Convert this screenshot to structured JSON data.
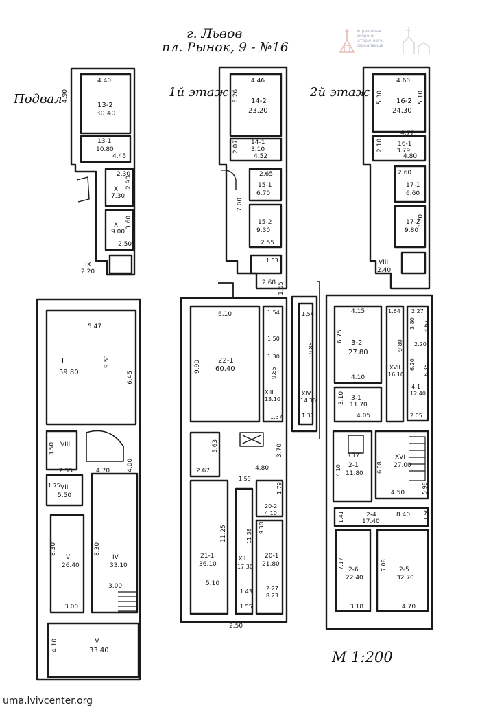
{
  "header": {
    "city": "г. Львов",
    "address": "пл. Рынок, 9 - №16"
  },
  "floors": {
    "basement": "Подвал",
    "first": "1й этаж",
    "second": "2й этаж"
  },
  "scale": "М 1:200",
  "logo": {
    "line1": "Управління",
    "line2": "охорони",
    "line3": "історичного",
    "line4": "середовища"
  },
  "footer": {
    "site": "uma.lvivcenter.org"
  },
  "basement": {
    "r1": [
      "4.40",
      "13-2",
      "30.40",
      "4.90"
    ],
    "r2": [
      "13-1",
      "10.80",
      "4.45"
    ],
    "r3": [
      "XI",
      "7.30",
      "2.90",
      "2.30"
    ],
    "r4": [
      "X",
      "9.00",
      "3.60",
      "2.50"
    ],
    "r5": [
      "IX",
      "2.20"
    ],
    "hall": [
      "I",
      "59.80",
      "9.51",
      "5.47",
      "6.45"
    ],
    "r6": [
      "VIII",
      "3.50",
      "2.55"
    ],
    "r7": [
      "VII",
      "5.50",
      "1.75",
      "4.70",
      "4.00"
    ],
    "r8": [
      "VI",
      "26.40",
      "8.30",
      "3.00"
    ],
    "r9": [
      "IV",
      "33.10",
      "8.30",
      "3.00"
    ],
    "r10": [
      "V",
      "33.40",
      "4.10"
    ]
  },
  "first": {
    "r1": [
      "4.46",
      "14-2",
      "23.20",
      "5.26"
    ],
    "r2": [
      "14-1",
      "3.10",
      "4.52",
      "2.07"
    ],
    "r3": [
      "15-1",
      "6.70",
      "2.65"
    ],
    "r4": [
      "15-2",
      "9.30",
      "2.55",
      "7.00"
    ],
    "r5": [
      "1.53",
      "2.68",
      "1.65"
    ],
    "hall": [
      "22-1",
      "60.40",
      "6.10",
      "9.90"
    ],
    "side": [
      "XIII",
      "13.10",
      "1.54",
      "1.50",
      "1.30",
      "9.85",
      "1.37"
    ],
    "r6": [
      "3.70",
      "5.63",
      "2.67",
      "4.80",
      "1.59"
    ],
    "r7": [
      "21-1",
      "36.10",
      "11.25",
      "5.10"
    ],
    "r8": [
      "XII",
      "17.30",
      "11.38",
      "1.43",
      "1.55"
    ],
    "r9": [
      "20-2",
      "4.10",
      "1.79"
    ],
    "r10": [
      "20-1",
      "21.80",
      "9.30",
      "2.27",
      "8.23"
    ],
    "bottom": [
      "2.50"
    ],
    "strip": [
      "XIV",
      "14.30",
      "1.54",
      "9.85",
      "1.37"
    ]
  },
  "second": {
    "r1": [
      "4.60",
      "16-2",
      "24.30",
      "5.30",
      "5.10"
    ],
    "r2": [
      "16-1",
      "3.79",
      "4.77",
      "4.80",
      "2.10"
    ],
    "r3": [
      "17-1",
      "6.60",
      "2.60"
    ],
    "r4": [
      "17-2",
      "9.80",
      "3.70"
    ],
    "r5": [
      "VIII",
      "2.40"
    ],
    "r6": [
      "4.15",
      "3-2",
      "27.80",
      "6.75",
      "4.10"
    ],
    "r7": [
      "XVII",
      "16.10",
      "1.64",
      "9.80"
    ],
    "r8": [
      "3-1",
      "11.70",
      "3.10",
      "4.05"
    ],
    "r9": [
      "4-1",
      "12.40",
      "2.27",
      "3.80",
      "3.67",
      "2.20",
      "6.20",
      "6.35",
      "2.05"
    ],
    "r10": [
      "2-1",
      "11.80",
      "3.17",
      "4.10"
    ],
    "r11": [
      "XVI",
      "27.00",
      "6.08",
      "4.50",
      "5.98"
    ],
    "r12": [
      "2-4",
      "17.40",
      "8.40",
      "1.50",
      "1.41"
    ],
    "r13": [
      "2-6",
      "22.40",
      "7.17",
      "3.18"
    ],
    "r14": [
      "2-5",
      "32.70",
      "7.08",
      "4.70"
    ]
  }
}
